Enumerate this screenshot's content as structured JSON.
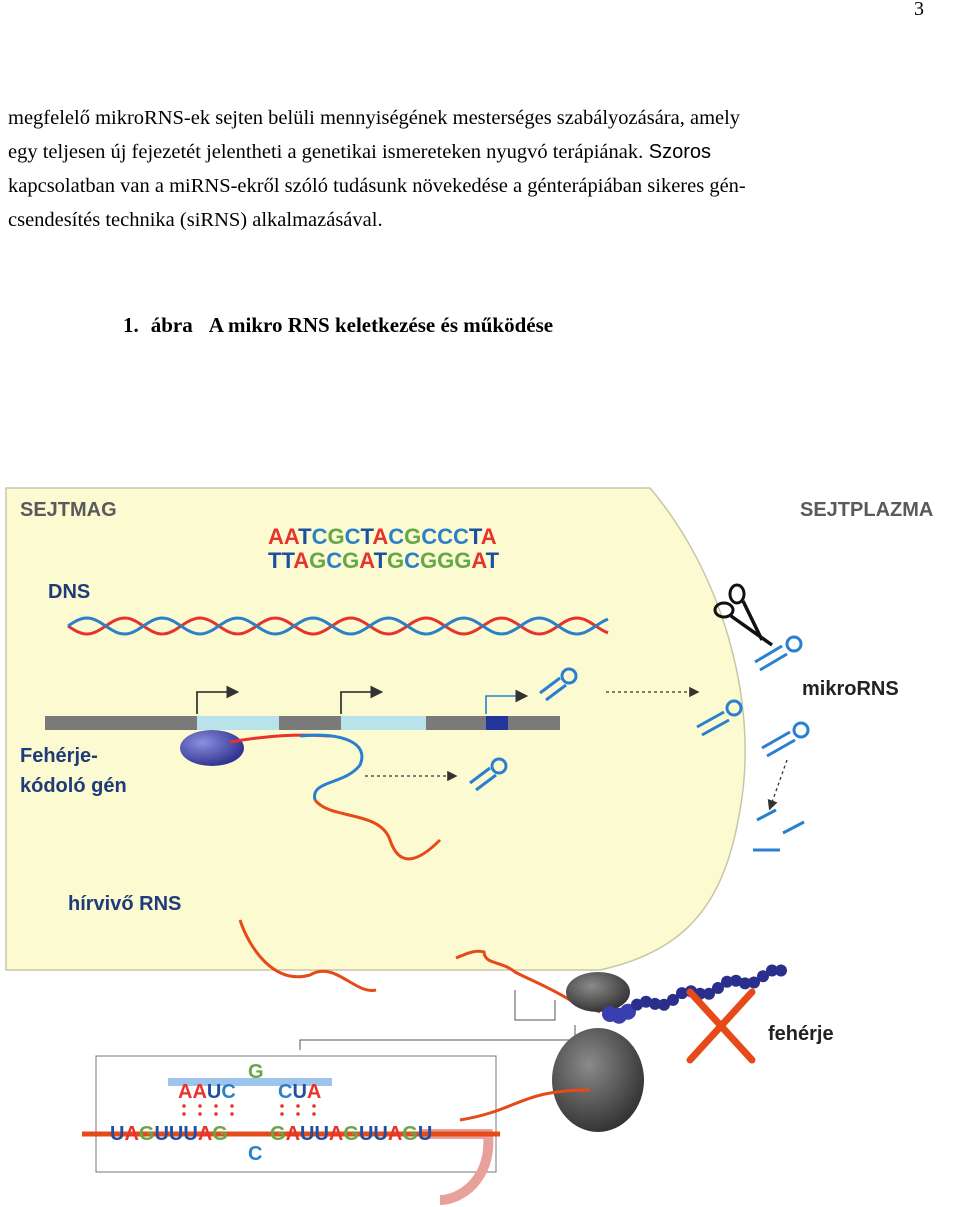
{
  "page": {
    "number": "3"
  },
  "paragraph": {
    "line1": "megfelelő mikroRNS-ek sejten belüli mennyiségének mesterséges szabályozására, amely",
    "line2_serif": "egy teljesen új fejezetét jelentheti a genetikai ismereteken nyugvó terápiának.",
    "line2_sans": " Szoros",
    "line3": "kapcsolatban van a miRNS-ekről szóló tudásunk növekedése a génterápiában sikeres gén-",
    "line4": "csendesítés technika (siRNS) alkalmazásával."
  },
  "caption": {
    "number": "1.",
    "word": "ábra",
    "title": "A mikro RNS keletkezése és működése"
  },
  "figure": {
    "labels": {
      "nucleus": "SEJTMAG",
      "cytoplasm": "SEJTPLAZMA",
      "dna": "DNS",
      "gene_line1": "Fehérje-",
      "gene_line2": "kódoló gén",
      "mirna": "mikroRNS",
      "mrna": "hírvivő RNS",
      "protein": "fehérje"
    },
    "dna_sequence": {
      "top": [
        "A",
        "A",
        "T",
        "C",
        "G",
        "C",
        "T",
        "A",
        "C",
        "G",
        "C",
        "C",
        "C",
        "T",
        "A"
      ],
      "bottom": [
        "T",
        "T",
        "A",
        "G",
        "C",
        "G",
        "A",
        "T",
        "G",
        "C",
        "G",
        "G",
        "G",
        "A",
        "T"
      ]
    },
    "inset": {
      "bulge_top": "G",
      "bulge_bottom": "C",
      "mirna_left": [
        "A",
        "A",
        "U",
        "C"
      ],
      "mirna_right": [
        "C",
        "U",
        "A"
      ],
      "mrna_left": [
        "U",
        "A",
        "G",
        "U",
        "U",
        "U",
        "A",
        "G"
      ],
      "mrna_right": [
        "G",
        "A",
        "U",
        "U",
        "A",
        "G",
        "U",
        "U",
        "A",
        "G",
        "U"
      ]
    },
    "colors": {
      "nucleus_fill": "#fbfad0",
      "A": "#e8332c",
      "T": "#1f4fa0",
      "C": "#2b80c8",
      "G": "#66a847",
      "U": "#1f4fa0",
      "mrna_red": "#e64a19",
      "mirna_blue": "#2a7fd0",
      "protein_navy": "#2b2f8c"
    }
  }
}
